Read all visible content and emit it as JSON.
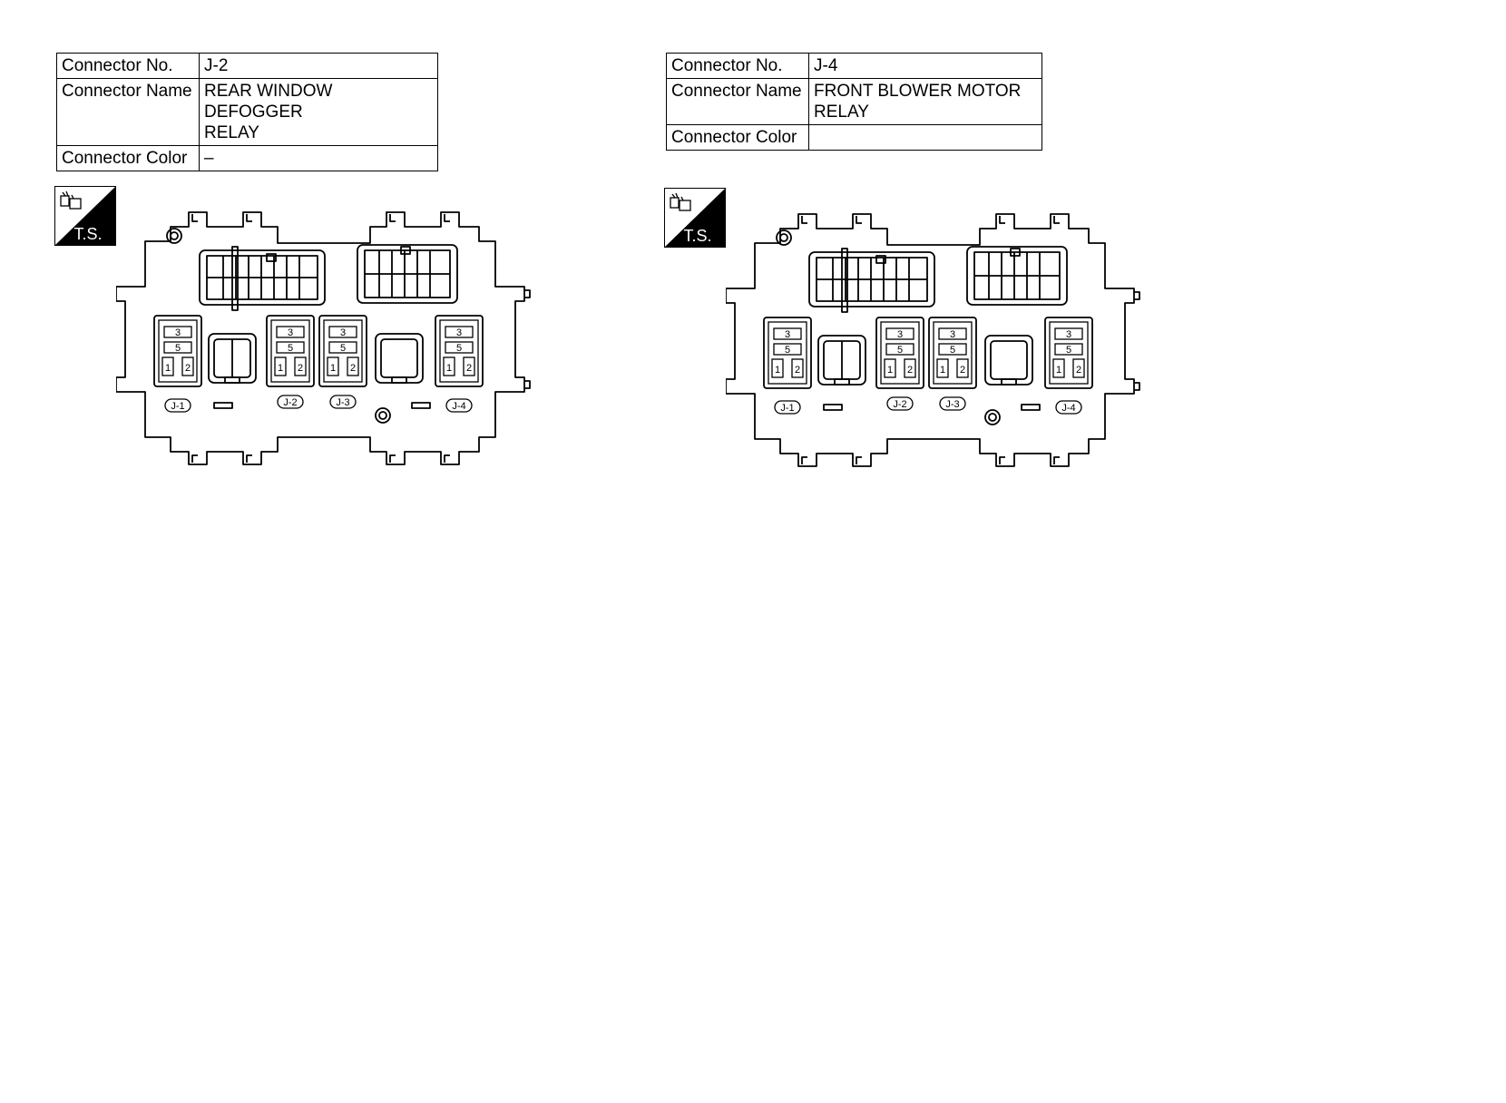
{
  "labels": {
    "connector_no": "Connector No.",
    "connector_name": "Connector Name",
    "connector_color": "Connector Color",
    "ts_badge": "T.S."
  },
  "connectors": [
    {
      "number": "J-2",
      "name_line1": "REAR WINDOW DEFOGGER",
      "name_line2": "RELAY",
      "color": "–"
    },
    {
      "number": "J-4",
      "name_line1": "FRONT BLOWER MOTOR",
      "name_line2": "RELAY",
      "color": ""
    }
  ],
  "diagram": {
    "relay_labels": [
      "J-1",
      "J-2",
      "J-3",
      "J-4"
    ],
    "terminals": [
      "3",
      "5",
      "1",
      "2"
    ]
  }
}
